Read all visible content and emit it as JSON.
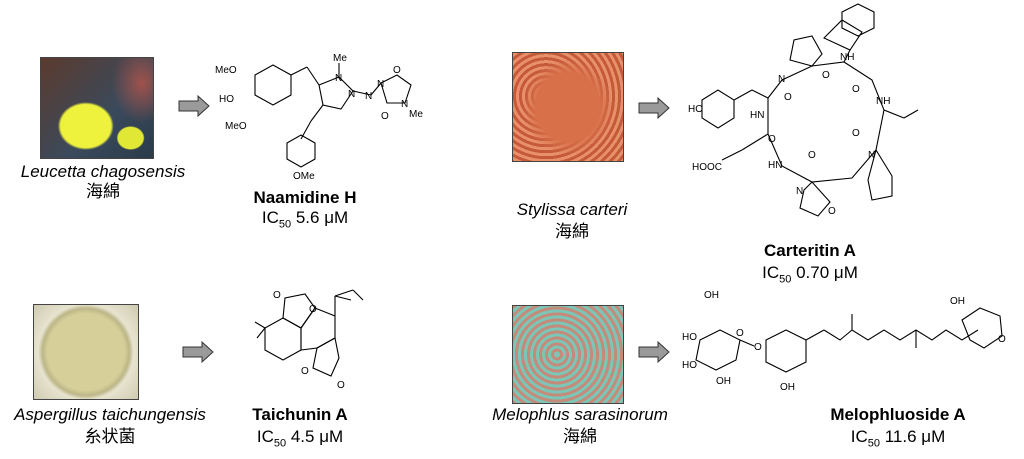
{
  "entries": [
    {
      "organism": "Leucetta chagosensis",
      "type": "海綿",
      "compound": "Naamidine H",
      "ic50_label": "IC",
      "ic50_sub": "50",
      "ic50_value": "5.6 μM",
      "atoms": [
        "MeO",
        "HO",
        "MeO",
        "OMe",
        "N",
        "N",
        "Me",
        "N",
        "N",
        "N",
        "O",
        "O",
        "Me"
      ]
    },
    {
      "organism": "Stylissa carteri",
      "type": "海綿",
      "compound": "Carteritin A",
      "ic50_label": "IC",
      "ic50_sub": "50",
      "ic50_value": "0.70 μM",
      "atoms": [
        "HO",
        "N",
        "O",
        "HN",
        "O",
        "NH",
        "O",
        "O",
        "NH",
        "O",
        "HOOC",
        "HN",
        "O",
        "N",
        "O",
        "N"
      ]
    },
    {
      "organism": "Aspergillus taichungensis",
      "type": "糸状菌",
      "compound": "Taichunin A",
      "ic50_label": "IC",
      "ic50_sub": "50",
      "ic50_value": "4.5 μM",
      "atoms": [
        "O",
        "O",
        "O",
        "O"
      ]
    },
    {
      "organism": "Melophlus sarasinorum",
      "type": "海綿",
      "compound": "Melophluoside A",
      "ic50_label": "IC",
      "ic50_sub": "50",
      "ic50_value": "11.6 μM",
      "atoms": [
        "OH",
        "HO",
        "HO",
        "O",
        "O",
        "OH",
        "OH",
        "OH",
        "O"
      ]
    }
  ],
  "colors": {
    "arrow_fill": "#9a9a9a",
    "sponge1": "#e8f03a",
    "sponge2": "#d8704a",
    "fungus": "#d8d1a0",
    "sponge4": "#6fb5a8"
  }
}
